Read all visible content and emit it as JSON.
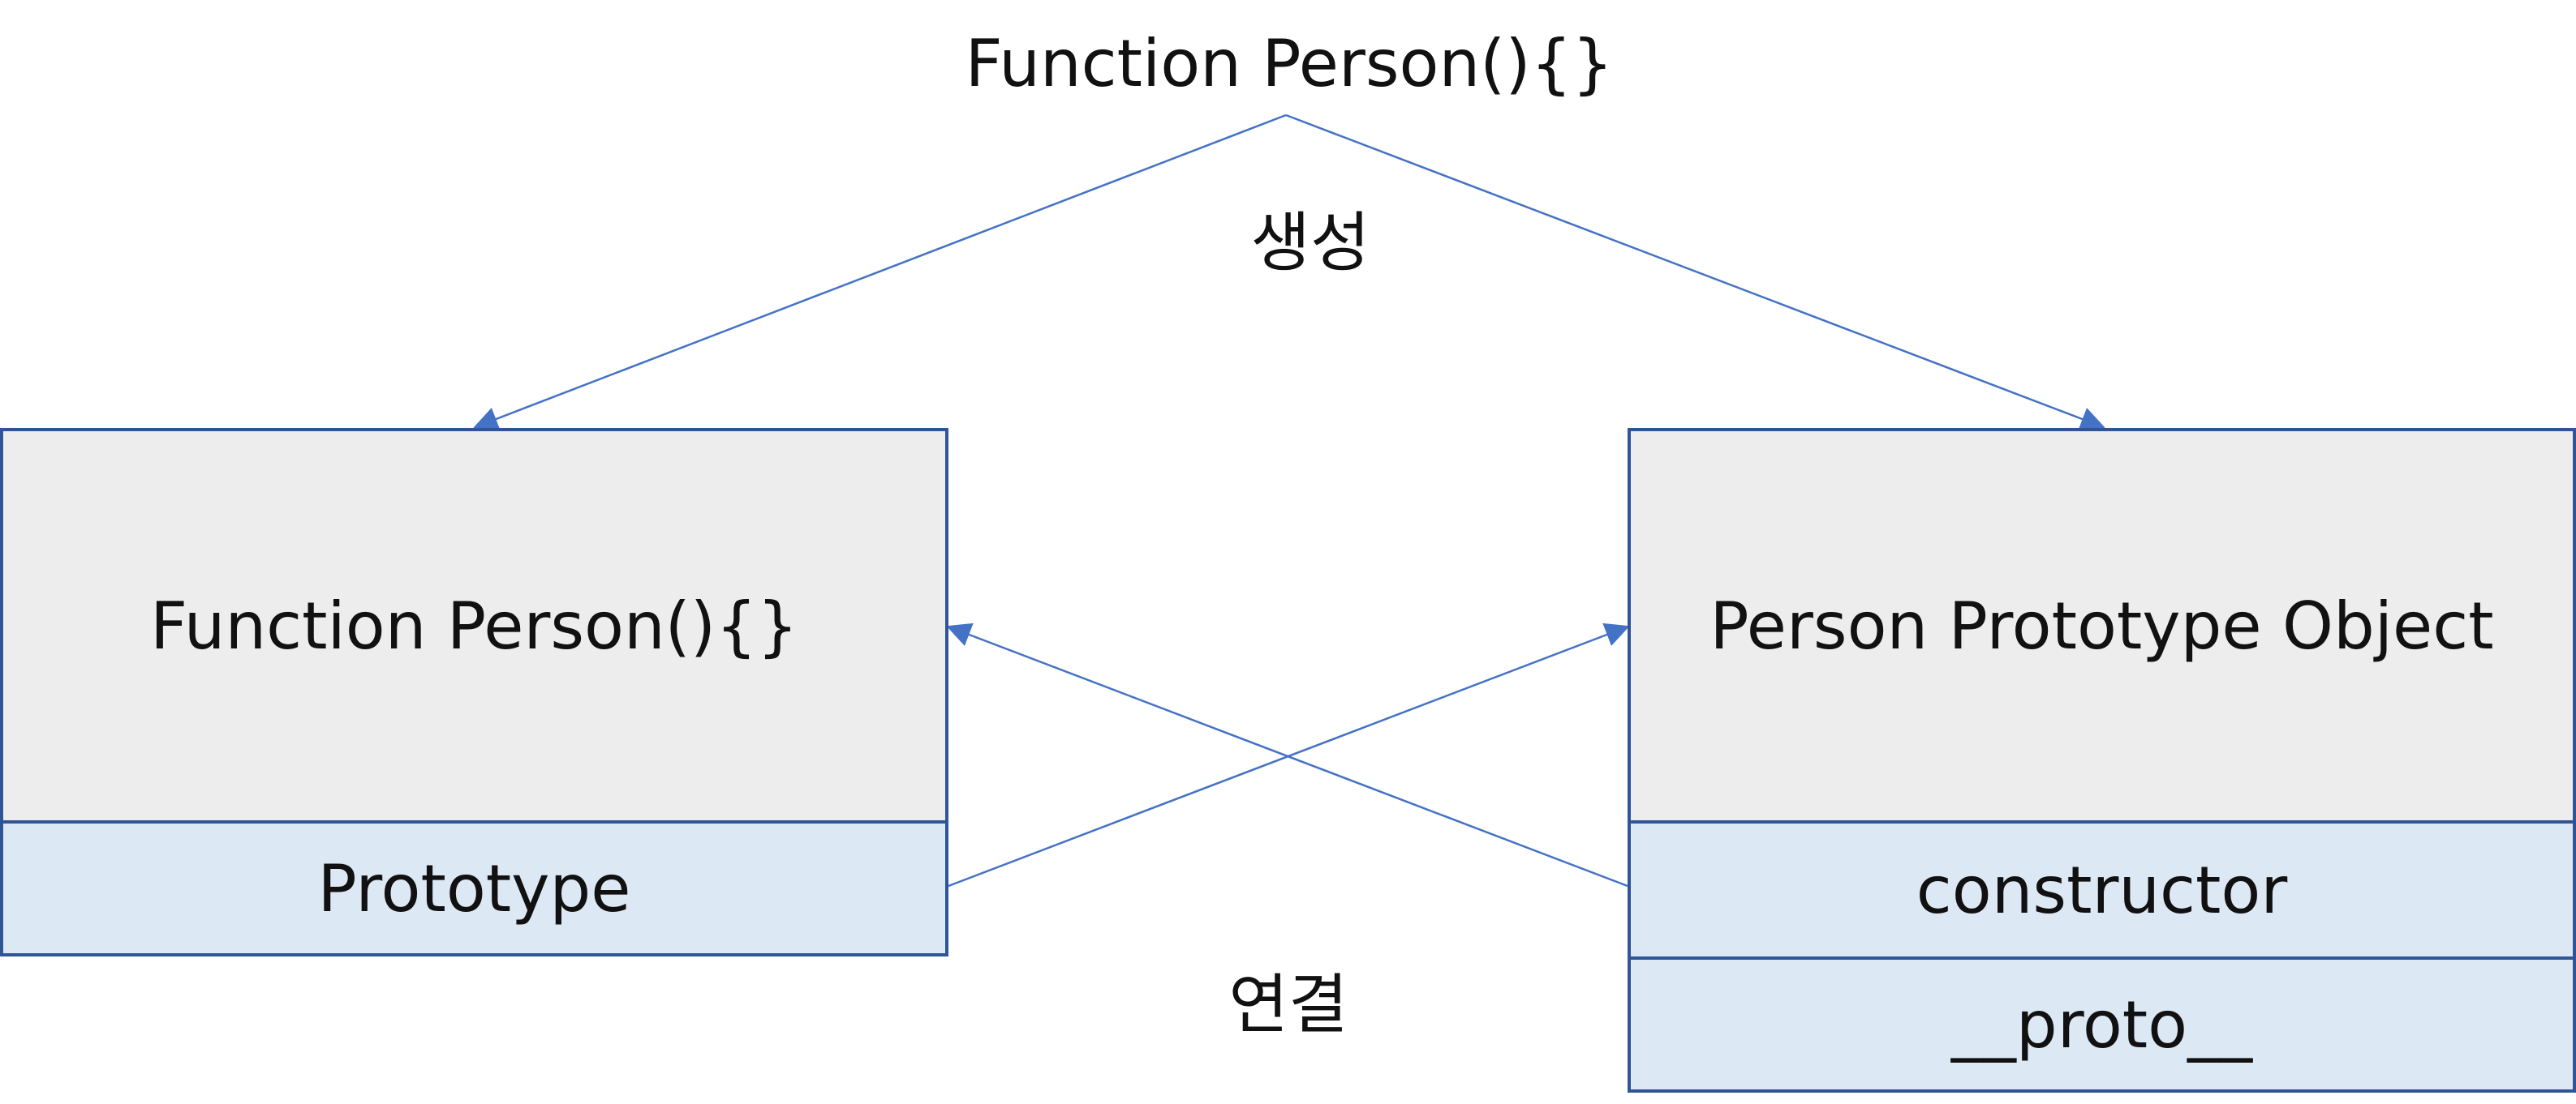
{
  "top_title": "Function Person(){}",
  "create_label": "생성",
  "link_label": "연결",
  "left_box": {
    "title": "Function Person(){}",
    "property": "Prototype"
  },
  "right_box": {
    "title": "Person Prototype Object",
    "properties": [
      "constructor",
      "__proto__"
    ]
  },
  "colors": {
    "arrow": "#4472c4",
    "box_border": "#2f5597",
    "box_header_fill": "#ededed",
    "box_property_fill": "#dde8f5"
  }
}
